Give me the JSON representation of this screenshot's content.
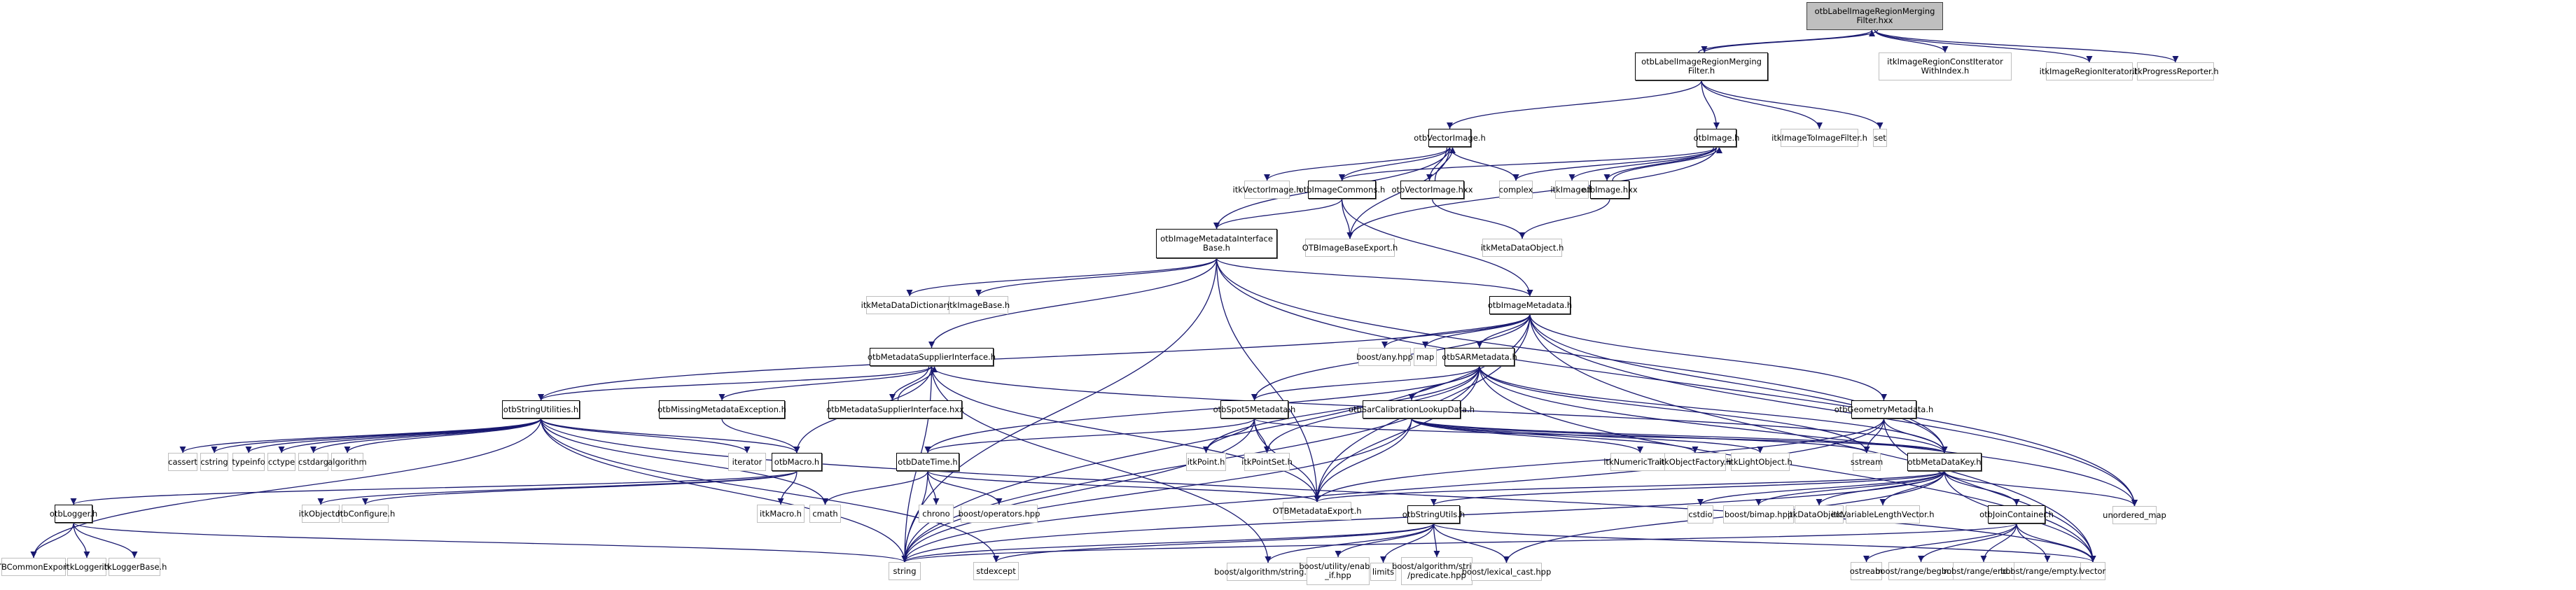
{
  "title": "otbLabelImageRegionMergingFilter.hxx include dependency graph",
  "colors": {
    "edge": "#191970",
    "root_fill": "#bfbfbf",
    "local_border": "#000000",
    "external_border": "#bfbfbf"
  },
  "nodes": [
    {
      "id": "root",
      "label": "otbLabelImageRegionMerging\nFilter.hxx",
      "kind": "root"
    },
    {
      "id": "lirmf_h",
      "label": "otbLabelImageRegionMerging\nFilter.h",
      "kind": "local"
    },
    {
      "id": "itk_ircitwi",
      "label": "itkImageRegionConstIterator\nWithIndex.h",
      "kind": "ext"
    },
    {
      "id": "itk_iri",
      "label": "itkImageRegionIterator.h",
      "kind": "ext"
    },
    {
      "id": "itk_pr",
      "label": "itkProgressReporter.h",
      "kind": "ext"
    },
    {
      "id": "vecimg_h",
      "label": "otbVectorImage.h",
      "kind": "local"
    },
    {
      "id": "img_h",
      "label": "otbImage.h",
      "kind": "local"
    },
    {
      "id": "itk_itif",
      "label": "itkImageToImageFilter.h",
      "kind": "ext"
    },
    {
      "id": "set",
      "label": "set",
      "kind": "ext"
    },
    {
      "id": "itk_vecimg",
      "label": "itkVectorImage.h",
      "kind": "ext"
    },
    {
      "id": "imgcommons",
      "label": "otbImageCommons.h",
      "kind": "local"
    },
    {
      "id": "vecimg_hxx",
      "label": "otbVectorImage.hxx",
      "kind": "local"
    },
    {
      "id": "complex",
      "label": "complex",
      "kind": "ext"
    },
    {
      "id": "itk_img",
      "label": "itkImage.h",
      "kind": "ext"
    },
    {
      "id": "img_hxx",
      "label": "otbImage.hxx",
      "kind": "local"
    },
    {
      "id": "imdib",
      "label": "otbImageMetadataInterface\nBase.h",
      "kind": "local"
    },
    {
      "id": "otbimgbaseexp",
      "label": "OTBImageBaseExport.h",
      "kind": "ext"
    },
    {
      "id": "itk_mdo",
      "label": "itkMetaDataObject.h",
      "kind": "ext"
    },
    {
      "id": "itk_mdd",
      "label": "itkMetaDataDictionary.h",
      "kind": "ext"
    },
    {
      "id": "itk_imgbase",
      "label": "itkImageBase.h",
      "kind": "ext"
    },
    {
      "id": "imgmd",
      "label": "otbImageMetadata.h",
      "kind": "local"
    },
    {
      "id": "boost_any",
      "label": "boost/any.hpp",
      "kind": "ext"
    },
    {
      "id": "map",
      "label": "map",
      "kind": "ext"
    },
    {
      "id": "sarmd",
      "label": "otbSARMetadata.h",
      "kind": "local"
    },
    {
      "id": "mdsi_h",
      "label": "otbMetadataSupplierInterface.h",
      "kind": "local"
    },
    {
      "id": "strutilities",
      "label": "otbStringUtilities.h",
      "kind": "local"
    },
    {
      "id": "missingmd",
      "label": "otbMissingMetadataException.h",
      "kind": "local"
    },
    {
      "id": "mdsi_hxx",
      "label": "otbMetadataSupplierInterface.hxx",
      "kind": "local"
    },
    {
      "id": "spot5",
      "label": "otbSpot5Metadata.h",
      "kind": "local"
    },
    {
      "id": "sarcal",
      "label": "otbSarCalibrationLookupData.h",
      "kind": "local"
    },
    {
      "id": "geommd",
      "label": "otbGeometryMetadata.h",
      "kind": "local"
    },
    {
      "id": "cassert",
      "label": "cassert",
      "kind": "ext"
    },
    {
      "id": "cstring",
      "label": "cstring",
      "kind": "ext"
    },
    {
      "id": "typeinfo",
      "label": "typeinfo",
      "kind": "ext"
    },
    {
      "id": "cctype",
      "label": "cctype",
      "kind": "ext"
    },
    {
      "id": "cstdarg",
      "label": "cstdarg",
      "kind": "ext"
    },
    {
      "id": "algorithm",
      "label": "algorithm",
      "kind": "ext"
    },
    {
      "id": "iterator",
      "label": "iterator",
      "kind": "ext"
    },
    {
      "id": "macro",
      "label": "otbMacro.h",
      "kind": "local"
    },
    {
      "id": "datetime",
      "label": "otbDateTime.h",
      "kind": "local"
    },
    {
      "id": "itk_point",
      "label": "itkPoint.h",
      "kind": "ext"
    },
    {
      "id": "itk_pointset",
      "label": "itkPointSet.h",
      "kind": "ext"
    },
    {
      "id": "itk_numtraits",
      "label": "itkNumericTraits.h",
      "kind": "ext"
    },
    {
      "id": "itk_objfac",
      "label": "itkObjectFactory.h",
      "kind": "ext"
    },
    {
      "id": "itk_lightobj",
      "label": "itkLightObject.h",
      "kind": "ext"
    },
    {
      "id": "sstream",
      "label": "sstream",
      "kind": "ext"
    },
    {
      "id": "mdkey",
      "label": "otbMetaDataKey.h",
      "kind": "local"
    },
    {
      "id": "unordered_map",
      "label": "unordered_map",
      "kind": "ext"
    },
    {
      "id": "logger",
      "label": "otbLogger.h",
      "kind": "local"
    },
    {
      "id": "itk_object",
      "label": "itkObject.h",
      "kind": "ext"
    },
    {
      "id": "otbconfigure",
      "label": "otbConfigure.h",
      "kind": "ext"
    },
    {
      "id": "itk_macro",
      "label": "itkMacro.h",
      "kind": "ext"
    },
    {
      "id": "cmath",
      "label": "cmath",
      "kind": "ext"
    },
    {
      "id": "chrono",
      "label": "chrono",
      "kind": "ext"
    },
    {
      "id": "boost_ops",
      "label": "boost/operators.hpp",
      "kind": "ext"
    },
    {
      "id": "otbmdexp",
      "label": "OTBMetadataExport.h",
      "kind": "ext"
    },
    {
      "id": "strutils",
      "label": "otbStringUtils.h",
      "kind": "local"
    },
    {
      "id": "cstdio",
      "label": "cstdio",
      "kind": "ext"
    },
    {
      "id": "boost_bimap",
      "label": "boost/bimap.hpp",
      "kind": "ext"
    },
    {
      "id": "itk_dataobj",
      "label": "itkDataObject.h",
      "kind": "ext"
    },
    {
      "id": "itk_vlv",
      "label": "itkVariableLengthVector.h",
      "kind": "ext"
    },
    {
      "id": "joincont",
      "label": "otbJoinContainer.h",
      "kind": "local"
    },
    {
      "id": "otbcommonexp",
      "label": "OTBCommonExport.h",
      "kind": "ext"
    },
    {
      "id": "itk_logger",
      "label": "itkLogger.h",
      "kind": "ext"
    },
    {
      "id": "itk_loggerbase",
      "label": "itkLoggerBase.h",
      "kind": "ext"
    },
    {
      "id": "string",
      "label": "string",
      "kind": "ext"
    },
    {
      "id": "stdexcept",
      "label": "stdexcept",
      "kind": "ext"
    },
    {
      "id": "boost_algstr",
      "label": "boost/algorithm/string.hpp",
      "kind": "ext"
    },
    {
      "id": "boost_enableif",
      "label": "boost/utility/enable\n_if.hpp",
      "kind": "ext"
    },
    {
      "id": "limits",
      "label": "limits",
      "kind": "ext"
    },
    {
      "id": "boost_pred",
      "label": "boost/algorithm/string\n/predicate.hpp",
      "kind": "ext"
    },
    {
      "id": "boost_lexcast",
      "label": "boost/lexical_cast.hpp",
      "kind": "ext"
    },
    {
      "id": "ostream",
      "label": "ostream",
      "kind": "ext"
    },
    {
      "id": "boost_rbegin",
      "label": "boost/range/begin.hpp",
      "kind": "ext"
    },
    {
      "id": "boost_rend",
      "label": "boost/range/end.hpp",
      "kind": "ext"
    },
    {
      "id": "boost_rempty",
      "label": "boost/range/empty.hpp",
      "kind": "ext"
    },
    {
      "id": "vector",
      "label": "vector",
      "kind": "ext"
    }
  ],
  "edges": [
    [
      "root",
      "lirmf_h"
    ],
    [
      "lirmf_h",
      "root"
    ],
    [
      "root",
      "itk_ircitwi"
    ],
    [
      "root",
      "itk_iri"
    ],
    [
      "root",
      "itk_pr"
    ],
    [
      "lirmf_h",
      "vecimg_h"
    ],
    [
      "lirmf_h",
      "img_h"
    ],
    [
      "lirmf_h",
      "itk_itif"
    ],
    [
      "lirmf_h",
      "set"
    ],
    [
      "vecimg_h",
      "itk_vecimg"
    ],
    [
      "vecimg_h",
      "imgcommons"
    ],
    [
      "vecimg_h",
      "vecimg_hxx"
    ],
    [
      "vecimg_hxx",
      "vecimg_h"
    ],
    [
      "vecimg_h",
      "complex"
    ],
    [
      "vecimg_h",
      "imdib"
    ],
    [
      "vecimg_h",
      "otbimgbaseexp"
    ],
    [
      "img_h",
      "imgcommons"
    ],
    [
      "img_h",
      "complex"
    ],
    [
      "img_h",
      "itk_img"
    ],
    [
      "img_h",
      "img_hxx"
    ],
    [
      "img_hxx",
      "img_h"
    ],
    [
      "img_h",
      "otbimgbaseexp"
    ],
    [
      "imgcommons",
      "imdib"
    ],
    [
      "imgcommons",
      "otbimgbaseexp"
    ],
    [
      "imgcommons",
      "imgmd"
    ],
    [
      "vecimg_hxx",
      "itk_mdo"
    ],
    [
      "img_hxx",
      "itk_mdo"
    ],
    [
      "imdib",
      "itk_mdd"
    ],
    [
      "imdib",
      "itk_imgbase"
    ],
    [
      "imdib",
      "imgmd"
    ],
    [
      "imdib",
      "mdsi_h"
    ],
    [
      "imdib",
      "otbmdexp"
    ],
    [
      "imdib",
      "string"
    ],
    [
      "imdib",
      "mdkey"
    ],
    [
      "imdib",
      "unordered_map"
    ],
    [
      "imgmd",
      "boost_any"
    ],
    [
      "imgmd",
      "map"
    ],
    [
      "imgmd",
      "sarmd"
    ],
    [
      "imgmd",
      "geommd"
    ],
    [
      "imgmd",
      "mdkey"
    ],
    [
      "imgmd",
      "spot5"
    ],
    [
      "imgmd",
      "otbmdexp"
    ],
    [
      "imgmd",
      "string"
    ],
    [
      "imgmd",
      "vector"
    ],
    [
      "imgmd",
      "strutilities"
    ],
    [
      "imgmd",
      "unordered_map"
    ],
    [
      "sarmd",
      "sarcal"
    ],
    [
      "sarmd",
      "spot5"
    ],
    [
      "sarmd",
      "itk_point"
    ],
    [
      "sarmd",
      "itk_pointset"
    ],
    [
      "sarmd",
      "mdkey"
    ],
    [
      "sarmd",
      "otbmdexp"
    ],
    [
      "sarmd",
      "sstream"
    ],
    [
      "sarmd",
      "vector"
    ],
    [
      "sarmd",
      "datetime"
    ],
    [
      "sarmd",
      "string"
    ],
    [
      "sarmd",
      "unordered_map"
    ],
    [
      "mdsi_h",
      "strutilities"
    ],
    [
      "mdsi_h",
      "missingmd"
    ],
    [
      "mdsi_h",
      "mdsi_hxx"
    ],
    [
      "mdsi_hxx",
      "mdsi_h"
    ],
    [
      "mdsi_h",
      "otbmdexp"
    ],
    [
      "mdsi_h",
      "macro"
    ],
    [
      "mdsi_h",
      "boost_algstr"
    ],
    [
      "mdsi_h",
      "mdkey"
    ],
    [
      "mdsi_h",
      "string"
    ],
    [
      "strutilities",
      "cassert"
    ],
    [
      "strutilities",
      "cstring"
    ],
    [
      "strutilities",
      "typeinfo"
    ],
    [
      "strutilities",
      "cctype"
    ],
    [
      "strutilities",
      "cstdarg"
    ],
    [
      "strutilities",
      "algorithm"
    ],
    [
      "strutilities",
      "iterator"
    ],
    [
      "strutilities",
      "macro"
    ],
    [
      "strutilities",
      "string"
    ],
    [
      "strutilities",
      "stdexcept"
    ],
    [
      "strutilities",
      "otbcommonexp"
    ],
    [
      "strutilities",
      "cmath"
    ],
    [
      "strutilities",
      "vector"
    ],
    [
      "missingmd",
      "macro"
    ],
    [
      "macro",
      "logger"
    ],
    [
      "macro",
      "itk_object"
    ],
    [
      "macro",
      "otbconfigure"
    ],
    [
      "macro",
      "itk_macro"
    ],
    [
      "spot5",
      "itk_point"
    ],
    [
      "spot5",
      "itk_pointset"
    ],
    [
      "spot5",
      "datetime"
    ],
    [
      "spot5",
      "otbmdexp"
    ],
    [
      "spot5",
      "mdkey"
    ],
    [
      "spot5",
      "string"
    ],
    [
      "sarcal",
      "itk_numtraits"
    ],
    [
      "sarcal",
      "itk_objfac"
    ],
    [
      "sarcal",
      "itk_lightobj"
    ],
    [
      "sarcal",
      "sstream"
    ],
    [
      "sarcal",
      "otbmdexp"
    ],
    [
      "sarcal",
      "mdkey"
    ],
    [
      "sarcal",
      "string"
    ],
    [
      "geommd",
      "sstream"
    ],
    [
      "geommd",
      "mdkey"
    ],
    [
      "geommd",
      "otbmdexp"
    ],
    [
      "geommd",
      "vector"
    ],
    [
      "geommd",
      "string"
    ],
    [
      "datetime",
      "cmath"
    ],
    [
      "datetime",
      "string"
    ],
    [
      "datetime",
      "chrono"
    ],
    [
      "datetime",
      "boost_ops"
    ],
    [
      "datetime",
      "otbmdexp"
    ],
    [
      "mdkey",
      "otbmdexp"
    ],
    [
      "mdkey",
      "strutils"
    ],
    [
      "mdkey",
      "cstdio"
    ],
    [
      "mdkey",
      "boost_bimap"
    ],
    [
      "mdkey",
      "itk_dataobj"
    ],
    [
      "mdkey",
      "itk_vlv"
    ],
    [
      "mdkey",
      "joincont"
    ],
    [
      "mdkey",
      "unordered_map"
    ],
    [
      "mdkey",
      "vector"
    ],
    [
      "mdkey",
      "string"
    ],
    [
      "mdkey",
      "boost_lexcast"
    ],
    [
      "logger",
      "otbcommonexp"
    ],
    [
      "logger",
      "itk_logger"
    ],
    [
      "logger",
      "itk_loggerbase"
    ],
    [
      "logger",
      "string"
    ],
    [
      "strutils",
      "string"
    ],
    [
      "strutils",
      "stdexcept"
    ],
    [
      "strutils",
      "boost_algstr"
    ],
    [
      "strutils",
      "boost_enableif"
    ],
    [
      "strutils",
      "limits"
    ],
    [
      "strutils",
      "boost_pred"
    ],
    [
      "strutils",
      "boost_lexcast"
    ],
    [
      "strutils",
      "vector"
    ],
    [
      "joincont",
      "ostream"
    ],
    [
      "joincont",
      "boost_rbegin"
    ],
    [
      "joincont",
      "boost_rend"
    ],
    [
      "joincont",
      "boost_rempty"
    ],
    [
      "joincont",
      "vector"
    ],
    [
      "joincont",
      "string"
    ]
  ]
}
